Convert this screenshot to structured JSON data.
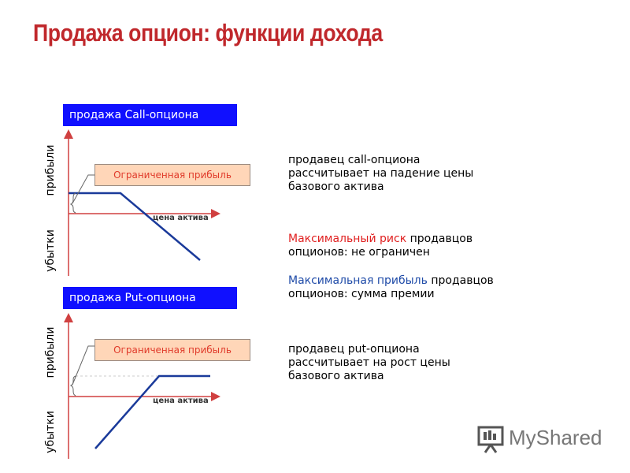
{
  "slide": {
    "title": "Продажа опцион: функции дохода"
  },
  "call_section": {
    "label": "продажа Call-опциона",
    "y_axis_profit": "прибыли",
    "y_axis_loss": "убытки",
    "x_axis_label": "цена актива",
    "callout": "Ограниченная прибыль"
  },
  "put_section": {
    "label": "продажа Put-опциона",
    "y_axis_profit": "прибыли",
    "y_axis_loss": "убытки",
    "x_axis_label": "цена актива",
    "callout": "Ограниченная прибыль"
  },
  "text": {
    "call_seller": [
      "продавец call-опциона",
      "рассчитывает на падение цены",
      "базового актива"
    ],
    "max_risk_highlight": "Максимальный риск",
    "max_risk_rest1": " продавцов",
    "max_risk_line2": "опционов: не ограничен",
    "max_profit_highlight": "Максимальная прибыль",
    "max_profit_rest1": " продавцов",
    "max_profit_line2": "опционов: сумма премии",
    "put_seller": [
      "продавец put-опциона",
      "рассчитывает на рост цены",
      "базового актива"
    ]
  },
  "logo": {
    "text": "MyShared"
  },
  "colors": {
    "title": "#c0282c",
    "label_bg": "#1010ff",
    "payoff_line": "#1a3a9a",
    "axis": "#d04040",
    "callout_bg": "#ffd6b8",
    "callout_text": "#e03a2a",
    "risk": "#e02020",
    "profit": "#1f4ba8"
  }
}
